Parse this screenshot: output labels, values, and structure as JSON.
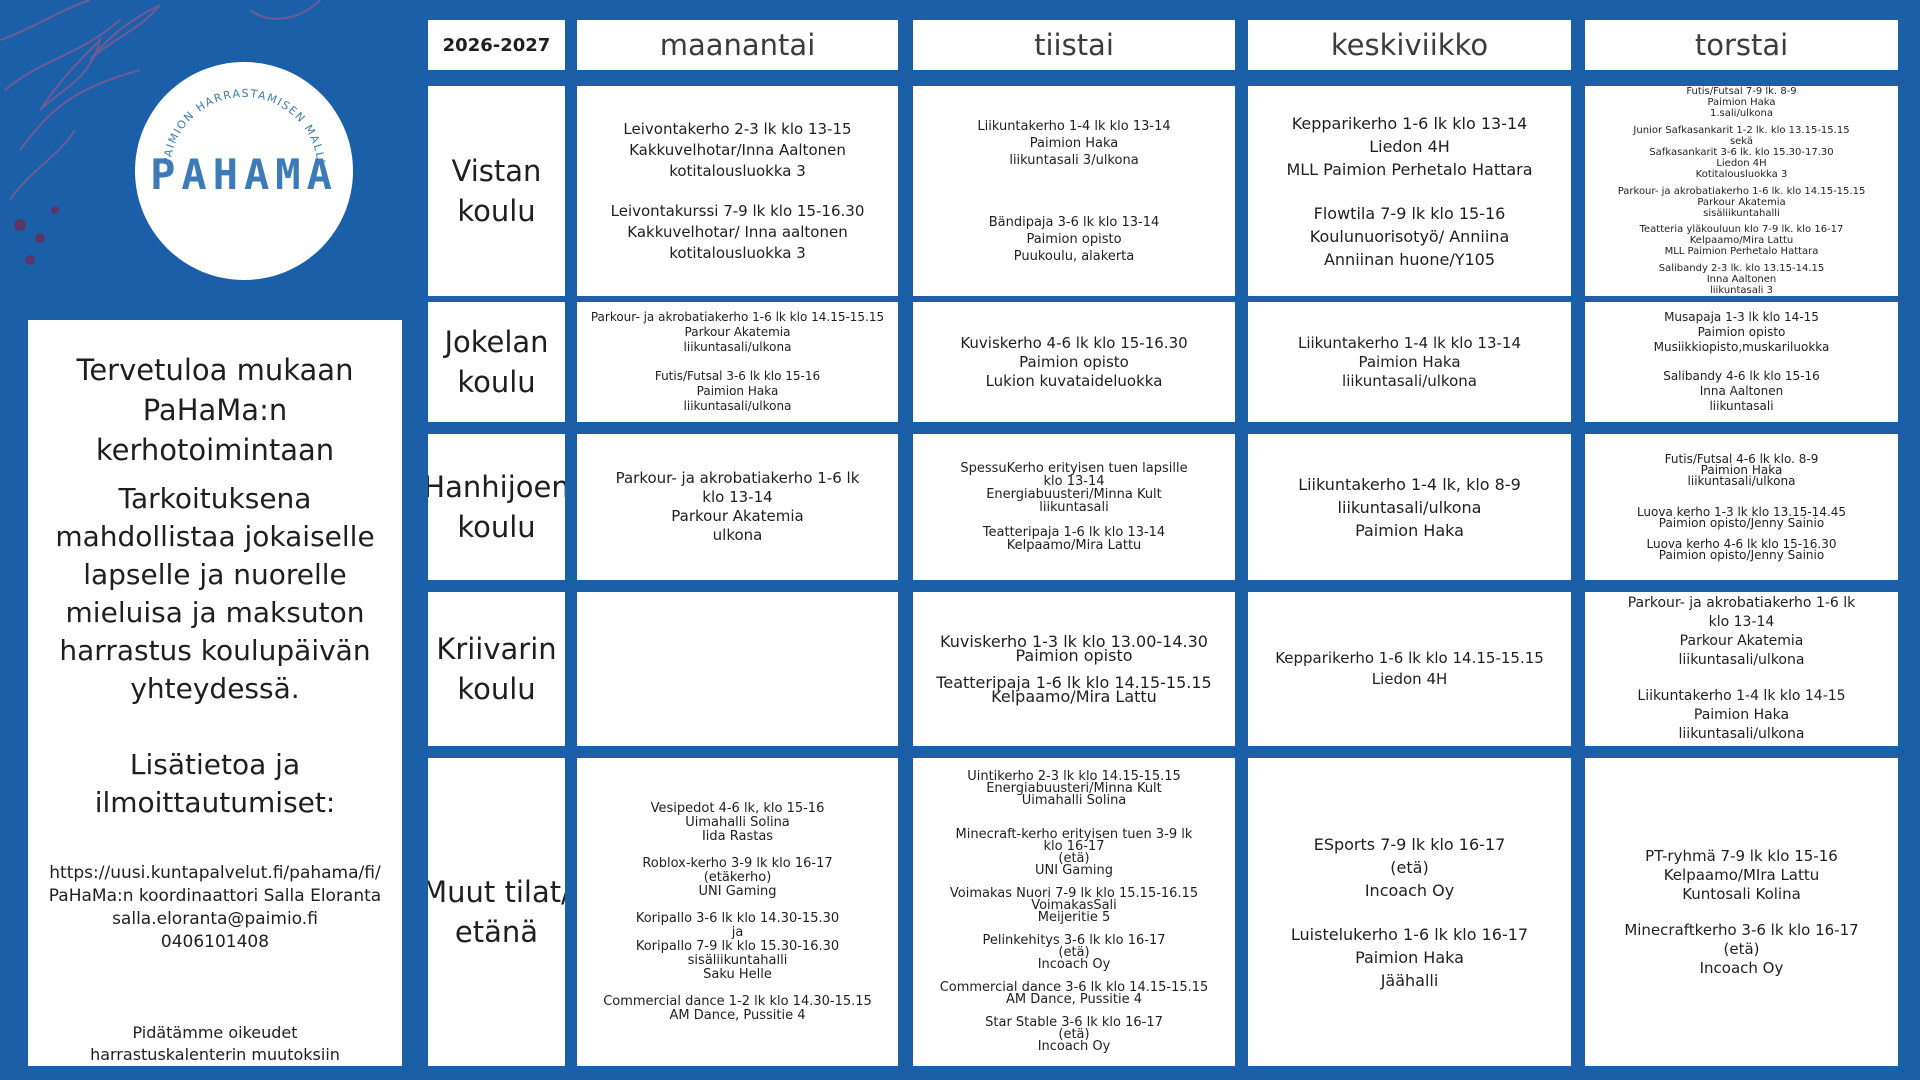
{
  "logo": {
    "ring_text": "PAIMION HARRASTAMISEN MALLI",
    "word": "PAHAMA"
  },
  "intro": {
    "welcome": [
      "Tervetuloa mukaan",
      "PaHaMa:n",
      "kerhotoimintaan"
    ],
    "purpose": [
      "Tarkoituksena",
      "mahdollistaa jokaiselle",
      "lapselle ja nuorelle",
      "mieluisa ja maksuton",
      "harrastus koulupäivän",
      "yhteydessä."
    ],
    "info_title": [
      "Lisätietoa ja",
      "ilmoittautumiset:"
    ],
    "contact": [
      "https://uusi.kuntapalvelut.fi/pahama/fi/",
      "PaHaMa:n koordinaattori Salla Eloranta",
      "salla.eloranta@paimio.fi",
      "0406101408"
    ],
    "note": [
      "Pidätämme oikeudet",
      "harrastuskalenterin muutoksiin"
    ]
  },
  "year": "2026-2027",
  "days": [
    "maanantai",
    "tiistai",
    "keskiviikko",
    "torstai"
  ],
  "schools": [
    [
      "Vistan",
      "koulu"
    ],
    [
      "Jokelan",
      "koulu"
    ],
    [
      "Hanhijoen",
      "koulu"
    ],
    [
      "Kriivarin",
      "koulu"
    ],
    [
      "Muut tilat/",
      "etänä"
    ]
  ],
  "cells": [
    [
      {
        "size": 15,
        "lh": 21,
        "lines": [
          "Leivontakerho 2-3 lk klo 13-15",
          "Kakkuvelhotar/Inna Aaltonen",
          "kotitalousluokka 3",
          "",
          "Leivontakurssi 7-9 lk klo 15-16.30",
          "Kakkuvelhotar/ Inna aaltonen",
          "kotitalousluokka 3"
        ]
      },
      {
        "size": 13,
        "lh": 17,
        "lines": [
          "Liikuntakerho 1-4 lk klo 13-14",
          "Paimion Haka",
          "liikuntasali 3/ulkona",
          "",
          "",
          "",
          "Bändipaja 3-6 lk klo 13-14",
          "Paimion opisto",
          "Puukoulu, alakerta"
        ]
      },
      {
        "size": 16,
        "lh": 23,
        "lines": [
          "Kepparikerho 1-6 lk klo 13-14",
          "Liedon 4H",
          "MLL Paimion Perhetalo Hattara",
          "",
          "Flowtila 7-9 lk klo 15-16",
          "Koulunuorisotyö/ Anniina",
          "Anniinan huone/Y105"
        ]
      },
      {
        "size": 10,
        "lh": 11,
        "lines": [
          "Futis/Futsal 7-9 lk. 8-9",
          "Paimion Haka",
          "1.sali/ulkona",
          "",
          "Junior Safkasankarit 1-2 lk. klo 13.15-15.15",
          "sekä",
          "Safkasankarit 3-6 lk. klo 15.30-17.30",
          "Liedon 4H",
          "Kotitalousluokka 3",
          "",
          "Parkour- ja akrobatiakerho 1-6 lk. klo 14.15-15.15",
          "Parkour Akatemia",
          "sisäliikuntahalli",
          "",
          "Teatteria yläkouluun klo 7-9 lk. klo 16-17",
          "Kelpaamo/Mira Lattu",
          "MLL Paimion Perhetalo Hattara",
          "",
          "Salibandy 2-3 lk. klo 13.15-14.15",
          "Inna Aaltonen",
          "liikuntasali 3"
        ]
      }
    ],
    [
      {
        "size": 12,
        "lh": 15,
        "lines": [
          "Parkour- ja akrobatiakerho 1-6 lk klo 14.15-15.15",
          "Parkour Akatemia",
          "liikuntasali/ulkona",
          "",
          "Futis/Futsal 3-6 lk klo 15-16",
          "Paimion Haka",
          "liikuntasali/ulkona"
        ]
      },
      {
        "size": 15,
        "lh": 19,
        "lines": [
          "Kuviskerho 4-6 lk klo 15-16.30",
          "Paimion opisto",
          "Lukion kuvataideluokka"
        ]
      },
      {
        "size": 15,
        "lh": 19,
        "lines": [
          "Liikuntakerho 1-4 lk klo 13-14",
          "Paimion Haka",
          "liikuntasali/ulkona"
        ]
      },
      {
        "size": 12,
        "lh": 15,
        "lines": [
          "Musapaja 1-3 lk klo 14-15",
          "Paimion opisto",
          "Musiikkiopisto,muskariluokka",
          "",
          "Salibandy 4-6 lk klo 15-16",
          "Inna Aaltonen",
          "liikuntasali"
        ]
      }
    ],
    [
      {
        "size": 15,
        "lh": 19,
        "lines": [
          "Parkour- ja akrobatiakerho 1-6 lk",
          "klo 13-14",
          "Parkour Akatemia",
          "ulkona"
        ]
      },
      {
        "size": 13,
        "lh": 13,
        "lines": [
          "SpessuKerho erityisen tuen lapsille",
          "klo 13-14",
          "Energiabuusteri/Minna Kult",
          "liikuntasali",
          "",
          "Teatteripaja 1-6 lk klo 13-14",
          "Kelpaamo/Mira Lattu"
        ]
      },
      {
        "size": 16,
        "lh": 23,
        "lines": [
          "Liikuntakerho 1-4 lk, klo 8-9",
          "liikuntasali/ulkona",
          "Paimion Haka"
        ]
      },
      {
        "size": 12,
        "lh": 11,
        "lines": [
          "Futis/Futsal 4-6 lk klo. 8-9",
          "Paimion Haka",
          "liikuntasali/ulkona",
          "",
          "",
          "Luova kerho 1-3 lk klo 13.15-14.45",
          "Paimion opisto/Jenny Sainio",
          "",
          "Luova kerho 4-6 lk klo 15-16.30",
          "Paimion opisto/Jenny Sainio"
        ]
      }
    ],
    [
      {
        "size": 15,
        "lh": 19,
        "lines": []
      },
      {
        "size": 16,
        "lh": 14,
        "lines": [
          "Kuviskerho 1-3 lk klo 13.00-14.30",
          "Paimion opisto",
          "",
          "Teatteripaja 1-6 lk klo 14.15-15.15",
          "Kelpaamo/Mira Lattu"
        ]
      },
      {
        "size": 15,
        "lh": 21,
        "lines": [
          "Kepparikerho 1-6 lk klo 14.15-15.15",
          "Liedon 4H"
        ]
      },
      {
        "size": 14,
        "lh": 19,
        "lines": [
          "Parkour- ja akrobatiakerho 1-6 lk",
          "klo 13-14",
          "Parkour Akatemia",
          "liikuntasali/ulkona",
          "",
          "Liikuntakerho 1-4 lk klo 14-15",
          "Paimion Haka",
          "liikuntasali/ulkona"
        ]
      }
    ],
    [
      {
        "size": 13,
        "lh": 14,
        "lines": [
          "Vesipedot 4-6 lk, klo 15-16",
          "Uimahalli Solina",
          "Iida Rastas",
          "",
          "Roblox-kerho 3-9 lk klo 16-17",
          "(etäkerho)",
          "UNI Gaming",
          "",
          "Koripallo 3-6 lk klo 14.30-15.30",
          "ja",
          "Koripallo 7-9 lk klo 15.30-16.30",
          "sisäliikuntahalli",
          "Saku Helle",
          "",
          "Commercial dance 1-2 lk klo 14.30-15.15",
          "AM Dance, Pussitie 4"
        ]
      },
      {
        "size": 13,
        "lh": 12,
        "lines": [
          "Uintikerho 2-3 lk klo 14.15-15.15",
          "Energiabuusteri/Minna Kult",
          "Uimahalli Solina",
          "",
          "",
          "Minecraft-kerho erityisen tuen 3-9 lk",
          "klo 16-17",
          "(etä)",
          "UNI Gaming",
          "",
          "Voimakas Nuori 7-9 lk klo 15.15-16.15",
          "VoimakasSali",
          "Meijeritie 5",
          "",
          "Pelinkehitys 3-6 lk klo 16-17",
          "(etä)",
          "Incoach Oy",
          "",
          "Commercial dance 3-6 lk klo 14.15-15.15",
          "AM Dance, Pussitie 4",
          "",
          "Star Stable 3-6 lk klo 16-17",
          "(etä)",
          "Incoach Oy"
        ]
      },
      {
        "size": 16,
        "lh": 23,
        "lines": [
          "ESports 7-9 lk klo 16-17",
          "(etä)",
          "Incoach Oy",
          "",
          "Luistelukerho 1-6 lk klo 16-17",
          "Paimion Haka",
          "Jäähalli"
        ]
      },
      {
        "size": 15,
        "lh": 19,
        "lines": [
          "PT-ryhmä 7-9 lk klo 15-16",
          "Kelpaamo/MIra Lattu",
          "Kuntosali Kolina",
          "",
          "Minecraftkerho 3-6 lk klo 16-17",
          "(etä)",
          "Incoach Oy"
        ]
      }
    ]
  ],
  "colors": {
    "background": "#1a5fa8",
    "logo_text": "#3d7ab8",
    "deco": "#8a5a8e"
  }
}
